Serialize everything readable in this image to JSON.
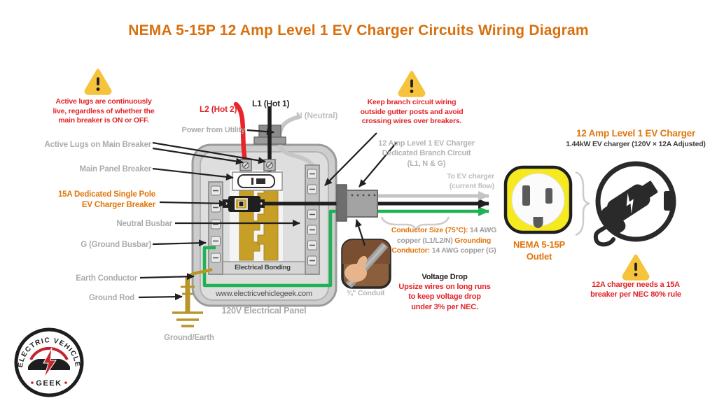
{
  "title": "NEMA 5-15P 12 Amp Level 1 EV Charger Circuits Wiring Diagram",
  "colors": {
    "accent_orange": "#E0760C",
    "warning_red": "#E22429",
    "label_gray": "#ACACAC",
    "wire_green": "#1FB254",
    "wire_red": "#E8252B",
    "busbar_gold": "#C79F27",
    "warning_yellow": "#F6C33C",
    "outlet_yellow": "#F5EA20"
  },
  "warnings": {
    "active_lugs": "Active lugs are continuously\nlive, regardless of whether the\nmain breaker is ON or OFF.",
    "branch_wiring": "Keep branch circuit wiring\noutside gutter posts and avoid\ncrossing wires over breakers.",
    "breaker_rule": "12A charger needs a 15A\nbreaker per NEC 80% rule"
  },
  "utility": {
    "l2": "L2 (Hot 2)",
    "l1": "L1 (Hot 1)",
    "neutral": "N (Neutral)",
    "power": "Power from Utility"
  },
  "panel": {
    "active_lugs": "Active Lugs on Main Breaker",
    "main_breaker": "Main Panel Breaker",
    "ev_breaker_line1": "15A Dedicated Single Pole",
    "ev_breaker_line2": "EV Charger Breaker",
    "neutral_busbar": "Neutral Busbar",
    "ground_busbar": "G (Ground Busbar)",
    "earth_conductor": "Earth Conductor",
    "ground_rod": "Ground Rod",
    "ground_earth": "Ground/Earth",
    "bonding": "Electrical Bonding",
    "website": "www.electricvehiclegeek.com",
    "caption": "120V Electrical Panel"
  },
  "branch": {
    "circuit": "12 Amp Level 1 EV Charger\nDedicated Branch Circuit\n(L1, N & G)",
    "to_ev": "To EV charger\n(current flow)",
    "conduit": "¾\" Conduit",
    "conductor_label": "Conductor Size (75°C):",
    "conductor_value": "14 AWG copper (L1/L2/N)",
    "grounding_label": "Grounding Conductor:",
    "grounding_value": "14 AWG copper (G)",
    "voltage_drop_title": "Voltage Drop",
    "voltage_drop_text": "Upsize wires on long runs\nto keep voltage drop\nunder 3% per NEC."
  },
  "outlet": {
    "line1": "NEMA 5-15P",
    "line2": "Outlet"
  },
  "charger": {
    "title": "12 Amp Level 1 EV Charger",
    "subtitle": "1.44kW EV charger (120V × 12A Adjusted)"
  },
  "logo": {
    "top": "ELECTRIC VEHICLE",
    "bottom": "GEEK"
  }
}
